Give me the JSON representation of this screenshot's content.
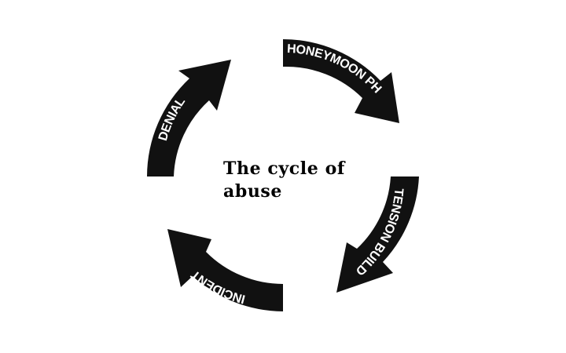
{
  "title": "The cycle of abuse",
  "stages": [
    {
      "label": "HONEYMOON PHASE"
    },
    {
      "label": "TENSION BUILDING"
    },
    {
      "label": "INCIDENT"
    },
    {
      "label": "DENIAL"
    }
  ],
  "colors": {
    "arrow": "#111111",
    "arrow_text": "#ffffff",
    "background": "#ffffff",
    "title": "#000000"
  }
}
